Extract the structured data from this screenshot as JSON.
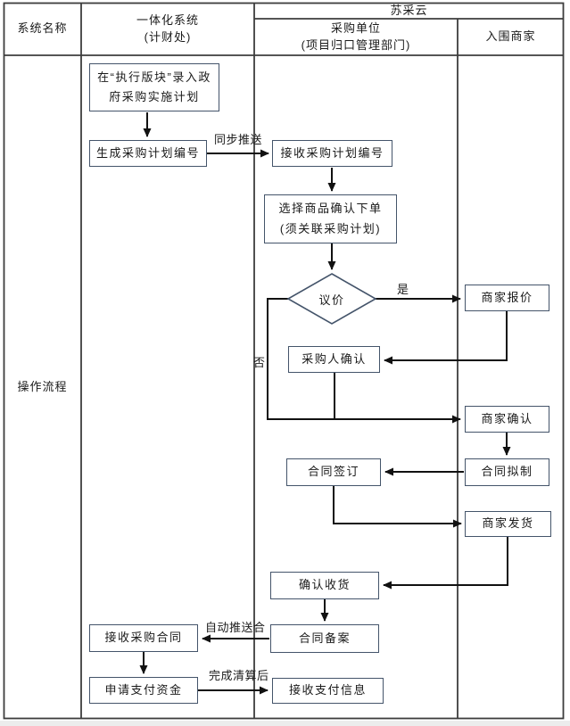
{
  "table": {
    "header": {
      "system_name": "系统名称",
      "integrated_system": "一体化系统\n(计财处)",
      "sucaiyun": "苏采云",
      "purchasing_unit": "采购单位\n(项目归口管理部门)",
      "merchants": "入围商家"
    },
    "row_label": "操作流程"
  },
  "flow": {
    "record_plan": "在“执行版块”录入政\n府采购实施计划",
    "generate_plan_number": "生成采购计划编号",
    "receive_plan_number": "接收采购计划编号",
    "select_product": "选择商品确认下单\n(须关联采购计划)",
    "negotiate": "议价",
    "merchant_quote": "商家报价",
    "purchaser_confirm": "采购人确认",
    "merchant_confirm": "商家确认",
    "contract_sign": "合同签订",
    "contract_draft": "合同拟制",
    "merchant_ship": "商家发货",
    "confirm_receipt": "确认收货",
    "contract_filing": "合同备案",
    "receive_contract": "接收采购合同",
    "apply_payment": "申请支付资金",
    "receive_payment_info": "接收支付信息"
  },
  "edge_labels": {
    "sync_push": "同步推送",
    "yes": "是",
    "no": "否",
    "auto_push_contract": "自动推送合",
    "after_settlement": "完成清算后"
  },
  "colors": {
    "box_border": "#44546A",
    "connector": "#111111",
    "table_border": "#3d3d3d",
    "text": "#1a1a1a"
  }
}
